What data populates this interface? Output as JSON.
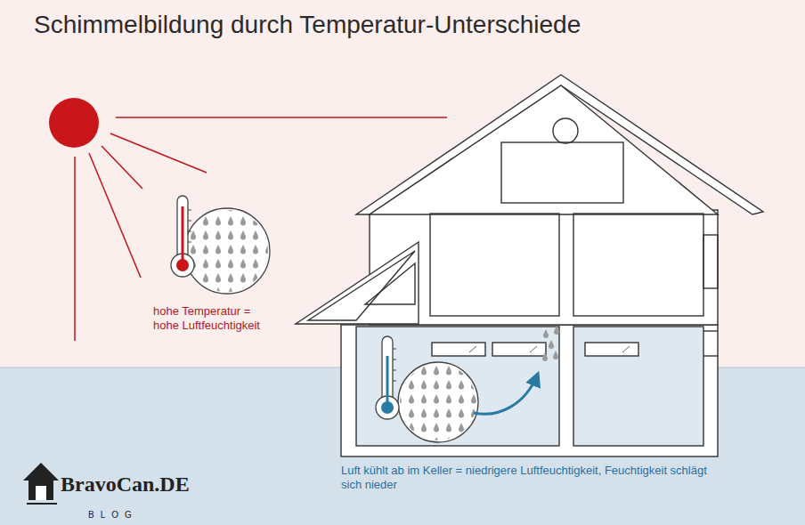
{
  "diagram": {
    "title": "Schimmelbildung durch Temperatur-Unterschiede",
    "labels": [
      "hohe Temperatur = hohe Luftfeuchtigkeit",
      "Luft kühlt ab im Keller = niedrigere Luftfeuchtigkeit, Feuchtigkeit schlägt sich nieder",
      "BravoCan.DE",
      "BLOG"
    ]
  }
}
